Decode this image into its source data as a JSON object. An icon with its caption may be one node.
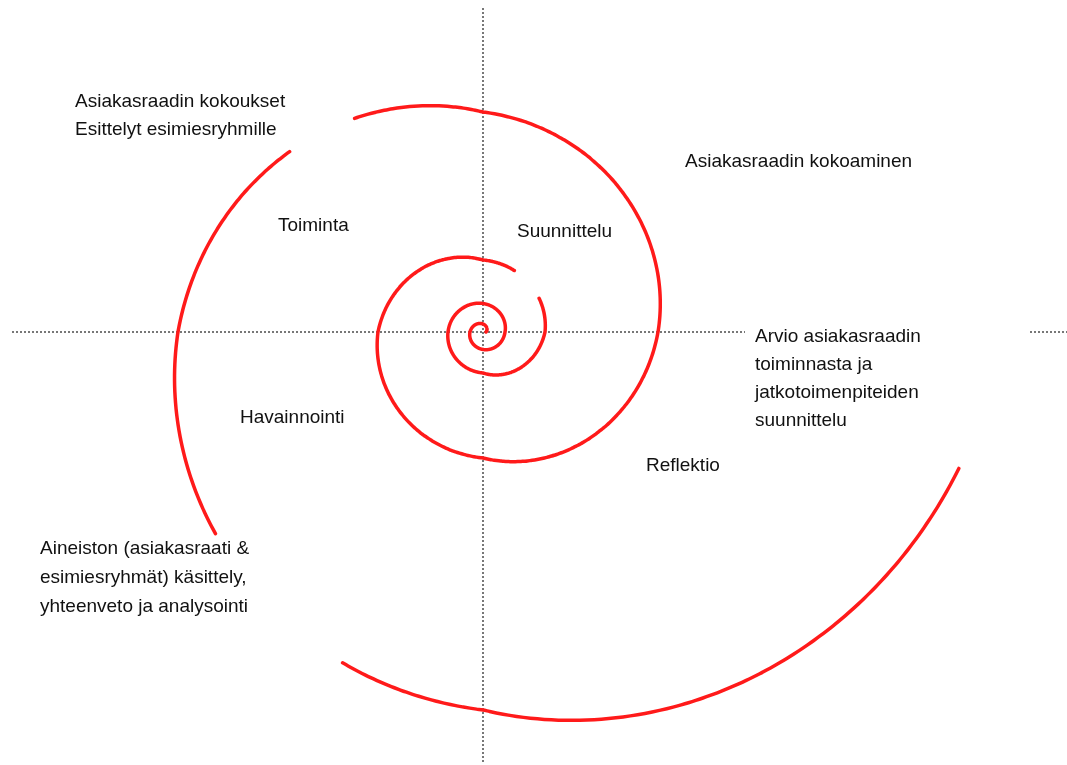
{
  "diagram": {
    "labels": [
      "Asiakasraadin kokoukset",
      "Esittelyt esimiesryhmille",
      "Asiakasraadin kokoaminen",
      "Toiminta",
      "Suunnittelu",
      "Arvio asiakasraadin toiminnasta ja jatkotoimenpiteiden suunnittelu",
      "Havainnointi",
      "Reflektio",
      "Aineiston (asiakasraati & esimiesryhmät) käsittely, yhteenveto ja analysointi"
    ]
  }
}
